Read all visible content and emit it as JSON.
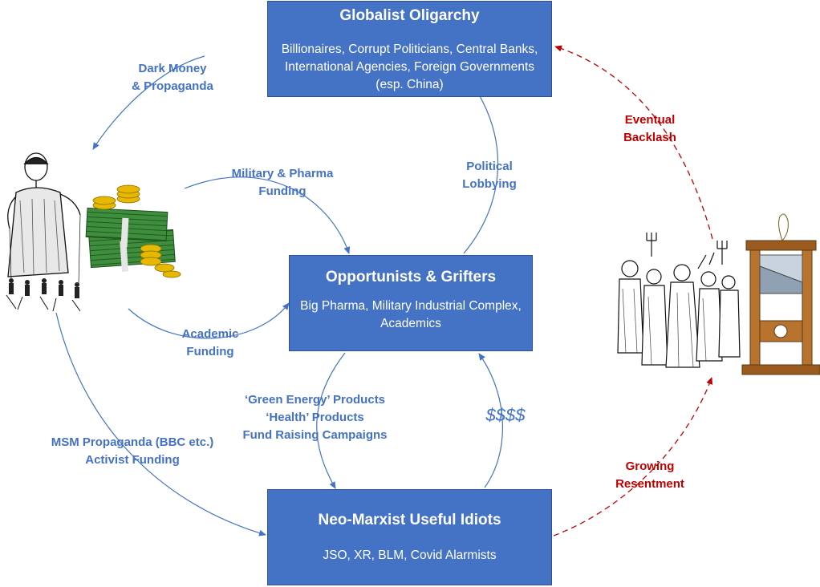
{
  "boxes": {
    "top": {
      "title": "Globalist Oligarchy",
      "desc": "Billionaires, Corrupt Politicians, Central Banks, International Agencies, Foreign Governments (esp. China)"
    },
    "middle": {
      "title": "Opportunists & Grifters",
      "desc": "Big Pharma, Military Industrial Complex, Academics"
    },
    "bottom": {
      "title": "Neo-Marxist Useful Idiots",
      "desc": "JSO, XR, BLM, Covid Alarmists"
    }
  },
  "labels": {
    "dark_money": [
      "Dark Money",
      "& Propaganda"
    ],
    "military_pharma": [
      "Military & Pharma",
      "Funding"
    ],
    "political_lobbying": [
      "Political",
      "Lobbying"
    ],
    "academic_funding": [
      "Academic",
      "Funding"
    ],
    "products": [
      "‘Green Energy’ Products",
      "‘Health’ Products",
      "Fund Raising Campaigns"
    ],
    "money": "$$$$",
    "msm": [
      "MSM Propaganda (BBC etc.)",
      "Activist Funding"
    ],
    "backlash": [
      "Eventual",
      "Backlash"
    ],
    "resentment": [
      "Growing",
      "Resentment"
    ]
  },
  "colors": {
    "box": "#4472C4",
    "arrow": "#4472C4",
    "red": "#C00000"
  },
  "icons": [
    "puppet-master-icon",
    "money-stack-icon",
    "angry-mob-icon",
    "guillotine-icon"
  ]
}
